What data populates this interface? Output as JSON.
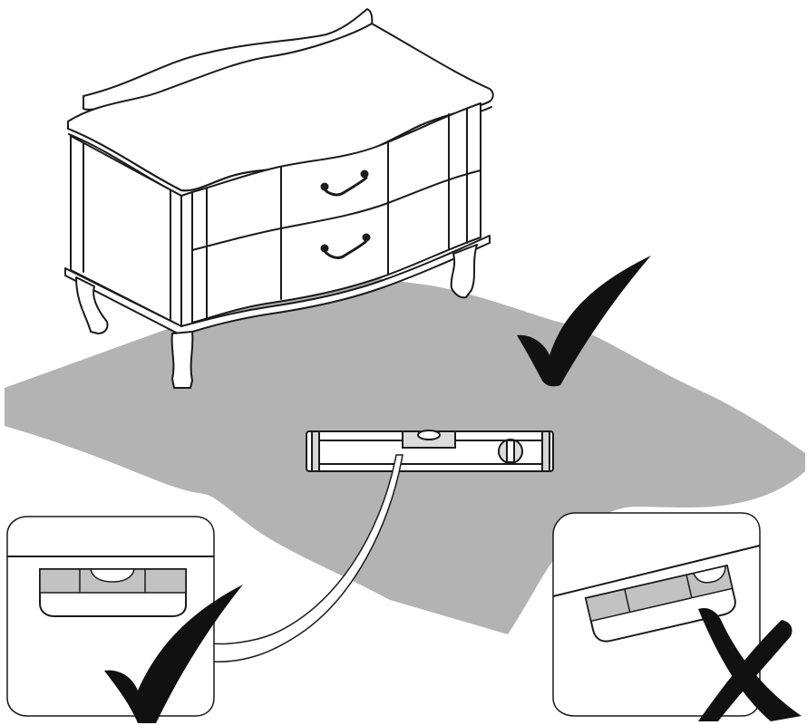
{
  "diagram": {
    "kind": "furniture-levelling-instruction",
    "colors": {
      "floor": "#b3b3b3",
      "line": "#1a1a1a",
      "panel_fill": "#ffffff",
      "vial_fill": "#c2c2c2",
      "check_mark": "#111111",
      "cross_mark": "#111111"
    },
    "icons": {
      "furniture": "dresser-icon",
      "level_tool": "spirit-level-icon",
      "correct": "check-mark-icon",
      "incorrect": "cross-mark-icon"
    },
    "states": {
      "main": "correct",
      "detail_level": "correct",
      "detail_tilted": "incorrect"
    }
  }
}
